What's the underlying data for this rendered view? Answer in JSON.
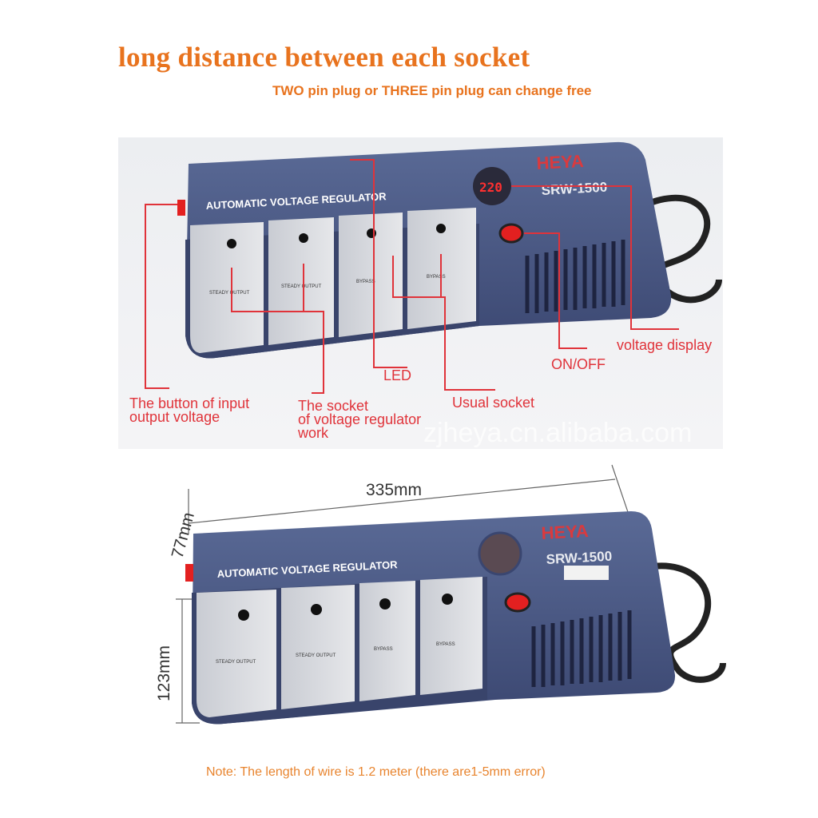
{
  "header": {
    "title": "long distance between each socket",
    "subtitle": "TWO pin plug or THREE pin plug can change free"
  },
  "product": {
    "brand": "HEYA",
    "model": "SRW-1500",
    "panel_label": "AUTOMATIC VOLTAGE REGULATOR",
    "display_reading": "220",
    "socket_labels": [
      "STEADY OUTPUT",
      "STEADY OUTPUT",
      "BYPASS",
      "BYPASS"
    ]
  },
  "callouts": {
    "input_button_line1": "The button of input",
    "input_button_line2": "output voltage",
    "regulator_socket_line1": "The socket",
    "regulator_socket_line2": "of voltage regulator",
    "regulator_socket_line3": "work",
    "led": "LED",
    "usual_socket": "Usual socket",
    "on_off": "ON/OFF",
    "voltage_display": "voltage display"
  },
  "watermark": "zjheya.cn.alibaba.com",
  "dimensions": {
    "length": "335mm",
    "depth": "77mm",
    "height": "123mm"
  },
  "note": "Note: The length of wire is 1.2 meter (there are1-5mm error)",
  "colors": {
    "accent_orange": "#e8731e",
    "callout_red": "#e0333a",
    "body_blue": "#4a5a86"
  }
}
